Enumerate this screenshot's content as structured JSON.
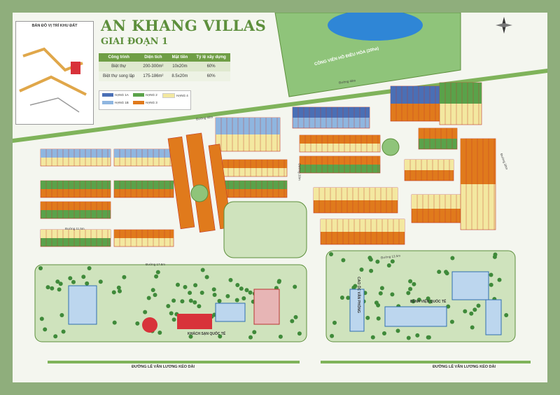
{
  "title": "AN KHANG VILLAS",
  "subtitle": "GIAI ĐOẠN 1",
  "locator_caption": "BẢN ĐỒ VỊ TRÍ KHU ĐẤT",
  "table": {
    "headers": [
      "Công trình",
      "Diện tích",
      "Mặt tiền",
      "Tỷ lệ xây dựng"
    ],
    "rows": [
      [
        "Biệt thự",
        "200-300m²",
        "10x20m",
        "60%"
      ],
      [
        "Biệt thự song lập",
        "175-186m²",
        "8.5x20m",
        "60%"
      ]
    ]
  },
  "legend": [
    {
      "label": "HẠNG 1A",
      "color": "#4a6fb5"
    },
    {
      "label": "HẠNG 1B",
      "color": "#8fb6e0"
    },
    {
      "label": "HẠNG 2",
      "color": "#5aa24a"
    },
    {
      "label": "HẠNG 3",
      "color": "#e07a1c"
    },
    {
      "label": "HẠNG 4",
      "color": "#f3e8a0"
    }
  ],
  "park_label": "CÔNG VIÊN HỒ ĐIỀU HÒA (20ha)",
  "road_labels": {
    "road_40m_top": "Đường 40m",
    "road_40m_left": "Đường 40m",
    "road_11_5m": "Đường 11.5m",
    "road_17_5m": "Đường 17.5m",
    "road_20m": "Đường 20m",
    "road_30m": "Đường 30m",
    "road_13_5m": "Đường 13.5m",
    "road_lvl_left": "ĐƯỜNG LÊ VĂN LƯƠNG KÉO DÀI",
    "road_lvl_right": "ĐƯỜNG LÊ VĂN LƯƠNG KÉO DÀI"
  },
  "poi": {
    "hotel": "KHÁCH SẠN QUỐC TẾ",
    "hospital": "BỆNH VIỆN QUỐC TẾ",
    "office": "CAO ỐC VĂN PHÒNG"
  },
  "colors": {
    "frame": "#8fae7c",
    "background": "#f4f6ef",
    "park_green": "#8fc47a",
    "lake_blue": "#2f86d6",
    "road_strip": "#7fb35a",
    "hang_1a": "#4a6fb5",
    "hang_1b": "#8fb6e0",
    "hang_2": "#5aa24a",
    "hang_3": "#e07a1c",
    "hang_4": "#f3e8a0",
    "lot_outline": "#c0392b"
  },
  "icons": [
    "compass-icon"
  ]
}
